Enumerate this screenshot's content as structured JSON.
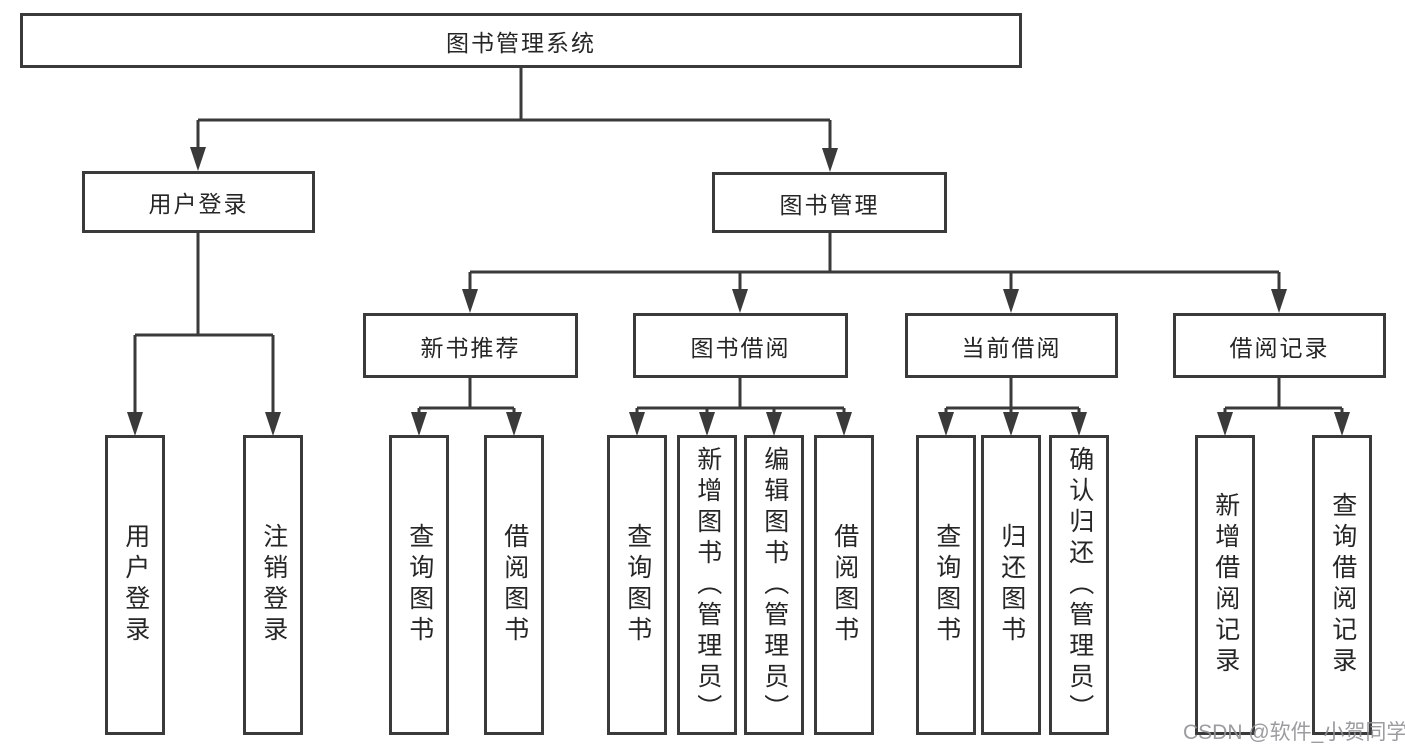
{
  "diagram": {
    "root": {
      "label": "图书管理系统"
    },
    "branches": [
      {
        "label": "用户登录",
        "children": [
          {
            "label": "用户登录"
          },
          {
            "label": "注销登录"
          }
        ]
      },
      {
        "label": "图书管理",
        "children": [
          {
            "label": "新书推荐",
            "children": [
              {
                "label": "查询图书"
              },
              {
                "label": "借阅图书"
              }
            ]
          },
          {
            "label": "图书借阅",
            "children": [
              {
                "label": "查询图书"
              },
              {
                "label": "新增图书（管理员）"
              },
              {
                "label": "编辑图书（管理员）"
              },
              {
                "label": "借阅图书"
              }
            ]
          },
          {
            "label": "当前借阅",
            "children": [
              {
                "label": "查询图书"
              },
              {
                "label": "归还图书"
              },
              {
                "label": "确认归还（管理员）"
              }
            ]
          },
          {
            "label": "借阅记录",
            "children": [
              {
                "label": "新增借阅记录"
              },
              {
                "label": "查询借阅记录"
              }
            ]
          }
        ]
      }
    ]
  },
  "watermark": {
    "text": "CSDN @软件_小贺同学"
  },
  "colors": {
    "line": "#3a3a3a",
    "text": "#262626",
    "background": "#ffffff",
    "watermark": "#919196"
  }
}
